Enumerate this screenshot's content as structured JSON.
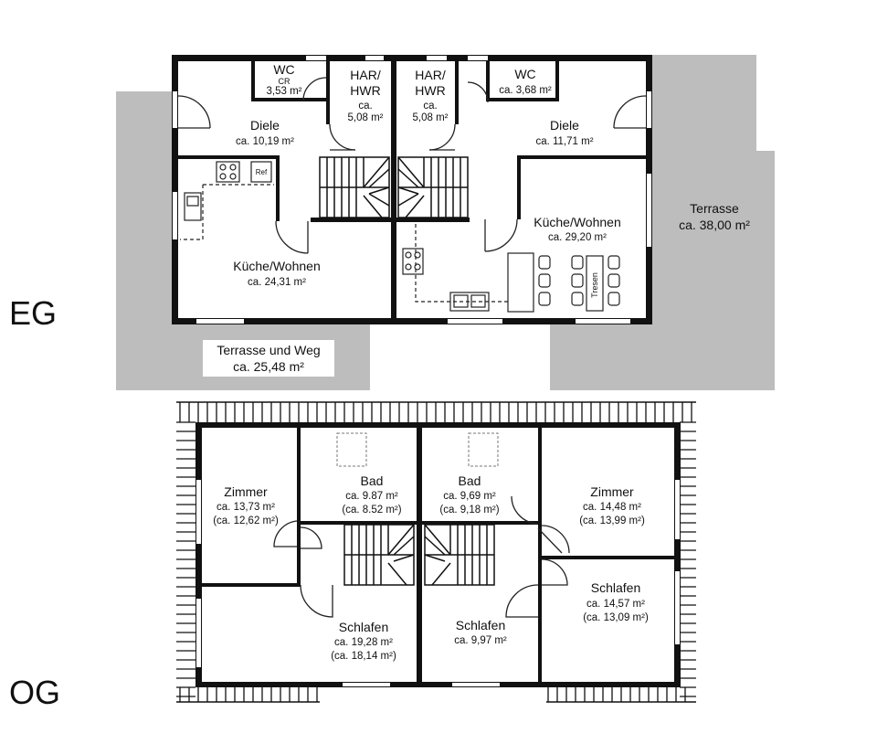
{
  "levels": {
    "eg": "EG",
    "og": "OG"
  },
  "eg": {
    "left": {
      "wc": {
        "name": "WC",
        "sub": "CR",
        "area": "3,53 m²"
      },
      "har": {
        "name1": "HAR/",
        "name2": "HWR",
        "area1": "ca.",
        "area2": "5,08 m²"
      },
      "diele": {
        "name": "Diele",
        "area": "ca. 10,19 m²"
      },
      "kueche": {
        "name": "Küche/Wohnen",
        "area": "ca. 24,31 m²"
      },
      "ref": "Ref"
    },
    "right": {
      "har": {
        "name1": "HAR/",
        "name2": "HWR",
        "area1": "ca.",
        "area2": "5,08 m²"
      },
      "wc": {
        "name": "WC",
        "area": "ca. 3,68 m²"
      },
      "diele": {
        "name": "Diele",
        "area": "ca. 11,71 m²"
      },
      "kueche": {
        "name": "Küche/Wohnen",
        "area": "ca. 29,20 m²"
      },
      "tresen": "Tresen"
    },
    "terrasse": {
      "name": "Terrasse",
      "area": "ca. 38,00 m²"
    },
    "terrasse_weg": {
      "name": "Terrasse und Weg",
      "area": "ca. 25,48 m²"
    }
  },
  "og": {
    "left": {
      "zimmer": {
        "name": "Zimmer",
        "area": "ca. 13,73 m²",
        "area2": "(ca. 12,62 m²)"
      },
      "bad": {
        "name": "Bad",
        "area": "ca. 9.87 m²",
        "area2": "(ca. 8.52 m²)"
      },
      "schlafen": {
        "name": "Schlafen",
        "area": "ca. 19,28 m²",
        "area2": "(ca. 18,14 m²)"
      }
    },
    "right": {
      "bad": {
        "name": "Bad",
        "area": "ca. 9,69 m²",
        "area2": "(ca. 9,18 m²)"
      },
      "zimmer": {
        "name": "Zimmer",
        "area": "ca. 14,48 m²",
        "area2": "(ca. 13,99 m²)"
      },
      "schlafen_small": {
        "name": "Schlafen",
        "area": "ca. 9,97 m²"
      },
      "schlafen": {
        "name": "Schlafen",
        "area": "ca. 14,57 m²",
        "area2": "(ca. 13,09 m²)"
      }
    }
  }
}
